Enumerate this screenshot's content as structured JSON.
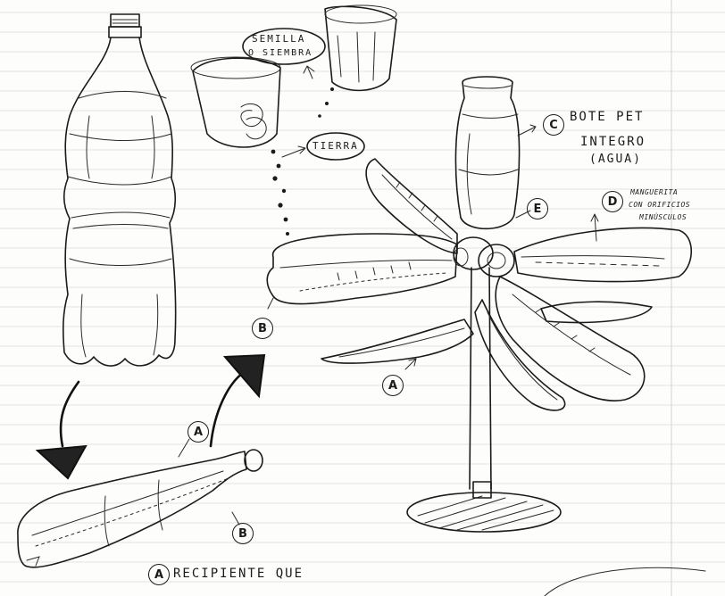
{
  "labels": {
    "semilla_line1": "SEMILLA",
    "semilla_line2": "O SIEMBRA",
    "tierra": "TIERRA",
    "bote_line1": "BOTE PET",
    "bote_line2": "INTEGRO",
    "bote_line3": "(AGUA)",
    "manguerita_line1": "MANGUERITA",
    "manguerita_line2": "CON ORIFICIOS",
    "manguerita_line3": "MINÚSCULOS",
    "footer_note": "RECIPIENTE QUE"
  },
  "badges": {
    "a": "A",
    "b": "B",
    "c": "C",
    "d": "D",
    "e": "E"
  },
  "colors": {
    "ink": "#1b1b1b",
    "paper": "#fdfdfb",
    "rule_lines": "#c9c9c9"
  }
}
